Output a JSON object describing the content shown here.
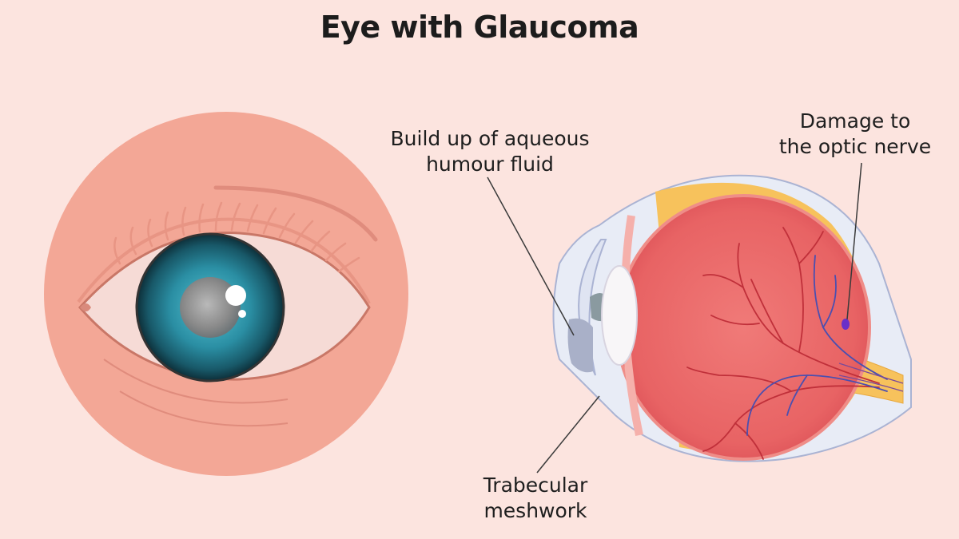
{
  "title": "Eye with Glaucoma",
  "labels": {
    "fluid": [
      "Build up of aqueous",
      "humour fluid"
    ],
    "nerve": [
      "Damage to",
      "the optic nerve"
    ],
    "mesh": [
      "Trabecular",
      "meshwork"
    ]
  },
  "colors": {
    "background": "#fce4df",
    "skin": "#f3a796",
    "iris": "#2a8ea3",
    "sclera_yellow": "#f7c25c",
    "retina": "#ef6f6f",
    "vessel_red": "#c0303a",
    "vessel_blue": "#4a4fb0",
    "damage_spot": "#6a2fc8"
  }
}
